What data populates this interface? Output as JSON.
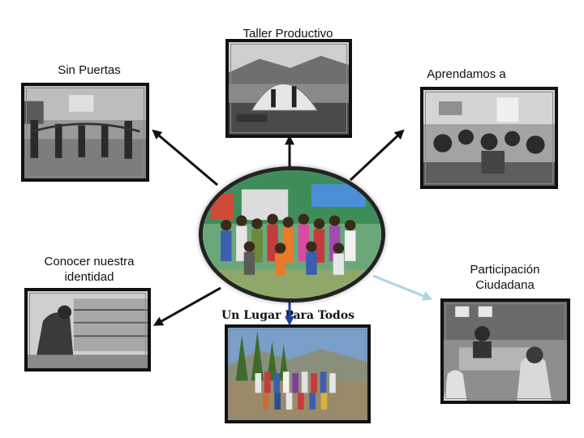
{
  "labels": {
    "taller": "Taller Productivo",
    "sin_puertas": "Sin Puertas",
    "aprendamos": "Aprendamos a",
    "conocer": "Conocer nuestra identidad",
    "participacion": "Participación Ciudadana",
    "lugar": "Un Lugar Para Todos"
  },
  "colors": {
    "arrow": "#111111",
    "arrow_participacion": "#a9d4e6",
    "arrow_down": "#1f3f9a",
    "frame": "#111111"
  }
}
